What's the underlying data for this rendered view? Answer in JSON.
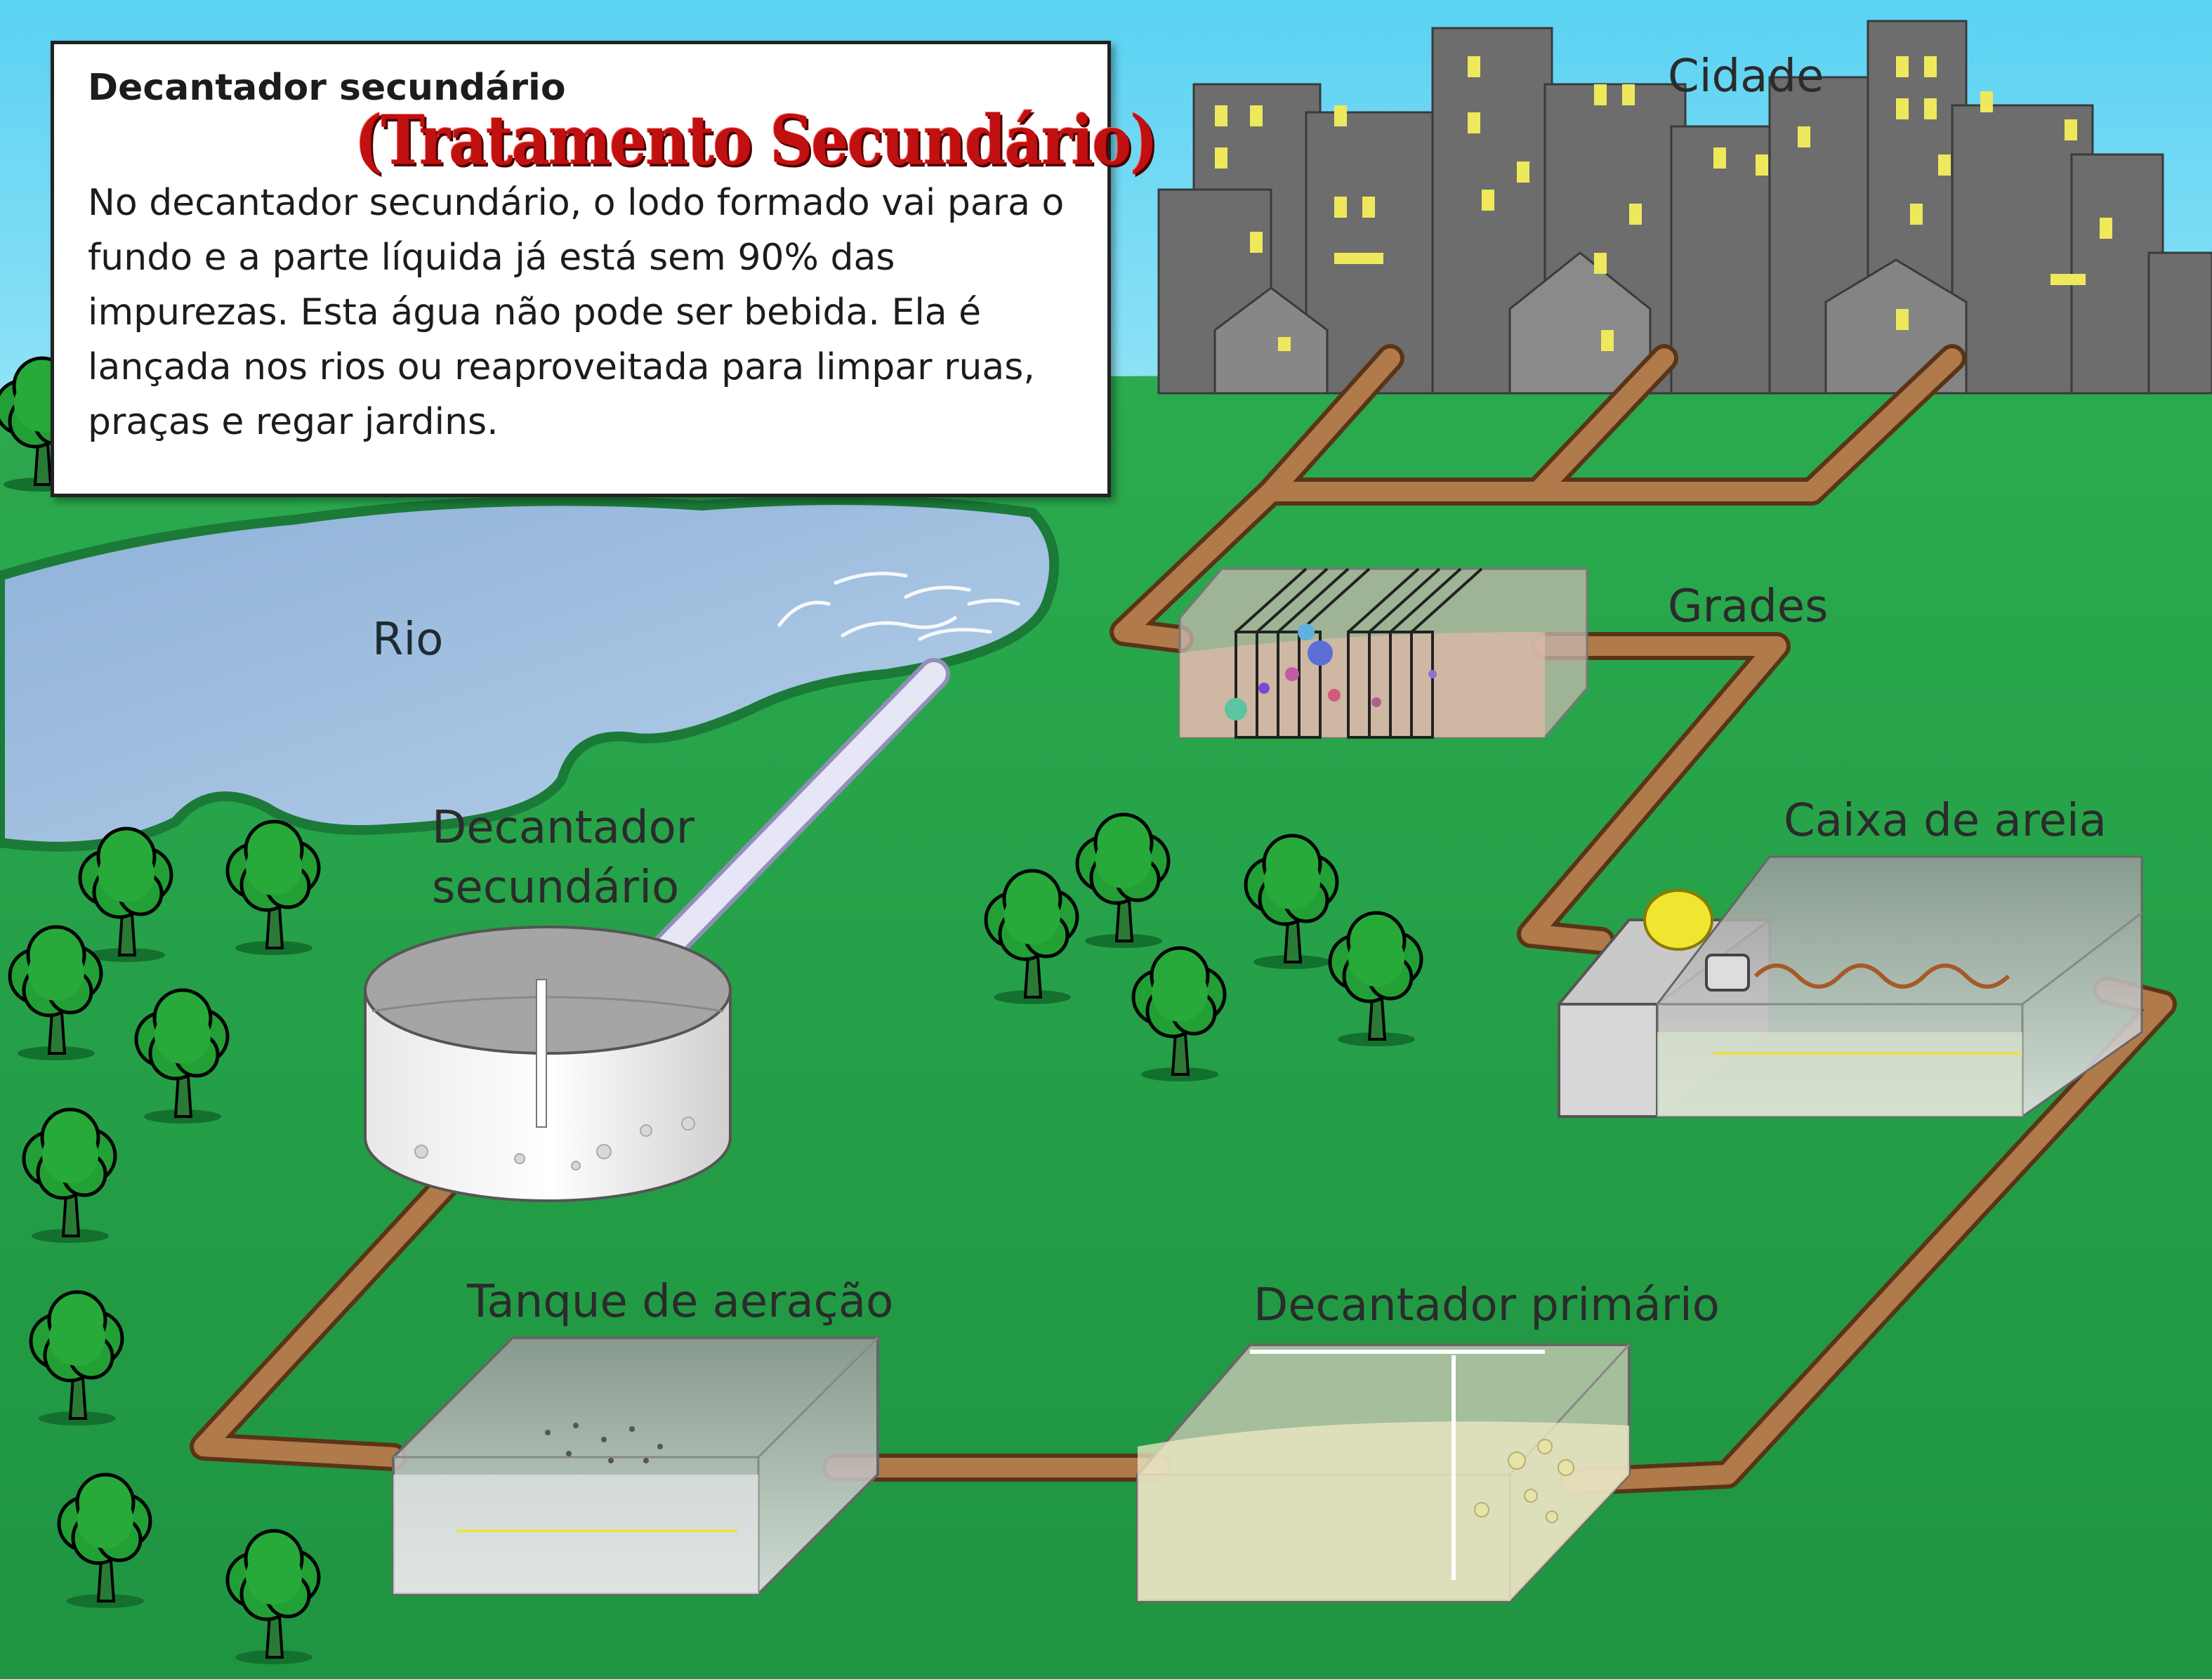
{
  "info": {
    "title": "Decantador secundário",
    "overlay": "(Tratamento Secundário)",
    "body": "No decantador secundário, o lodo formado vai para o fundo e a parte líquida já está sem 90% das impurezas. Esta água não pode ser bebida. Ela é lançada nos rios ou reaproveitada para limpar ruas, praças e regar jardins."
  },
  "labels": {
    "cidade": "Cidade",
    "rio": "Rio",
    "grades": "Grades",
    "caixa_areia": "Caixa de areia",
    "decantador_secundario_1": "Decantador",
    "decantador_secundario_2": "secundário",
    "tanque_aeracao": "Tanque de aeração",
    "decantador_primario": "Decantador primário"
  },
  "colors": {
    "sky": "#5fd0f0",
    "grass": "#22a04a",
    "city": "#6b6b6b",
    "pipe": "#a0693e",
    "river": "#9cbde0",
    "window": "#f0e85a"
  }
}
